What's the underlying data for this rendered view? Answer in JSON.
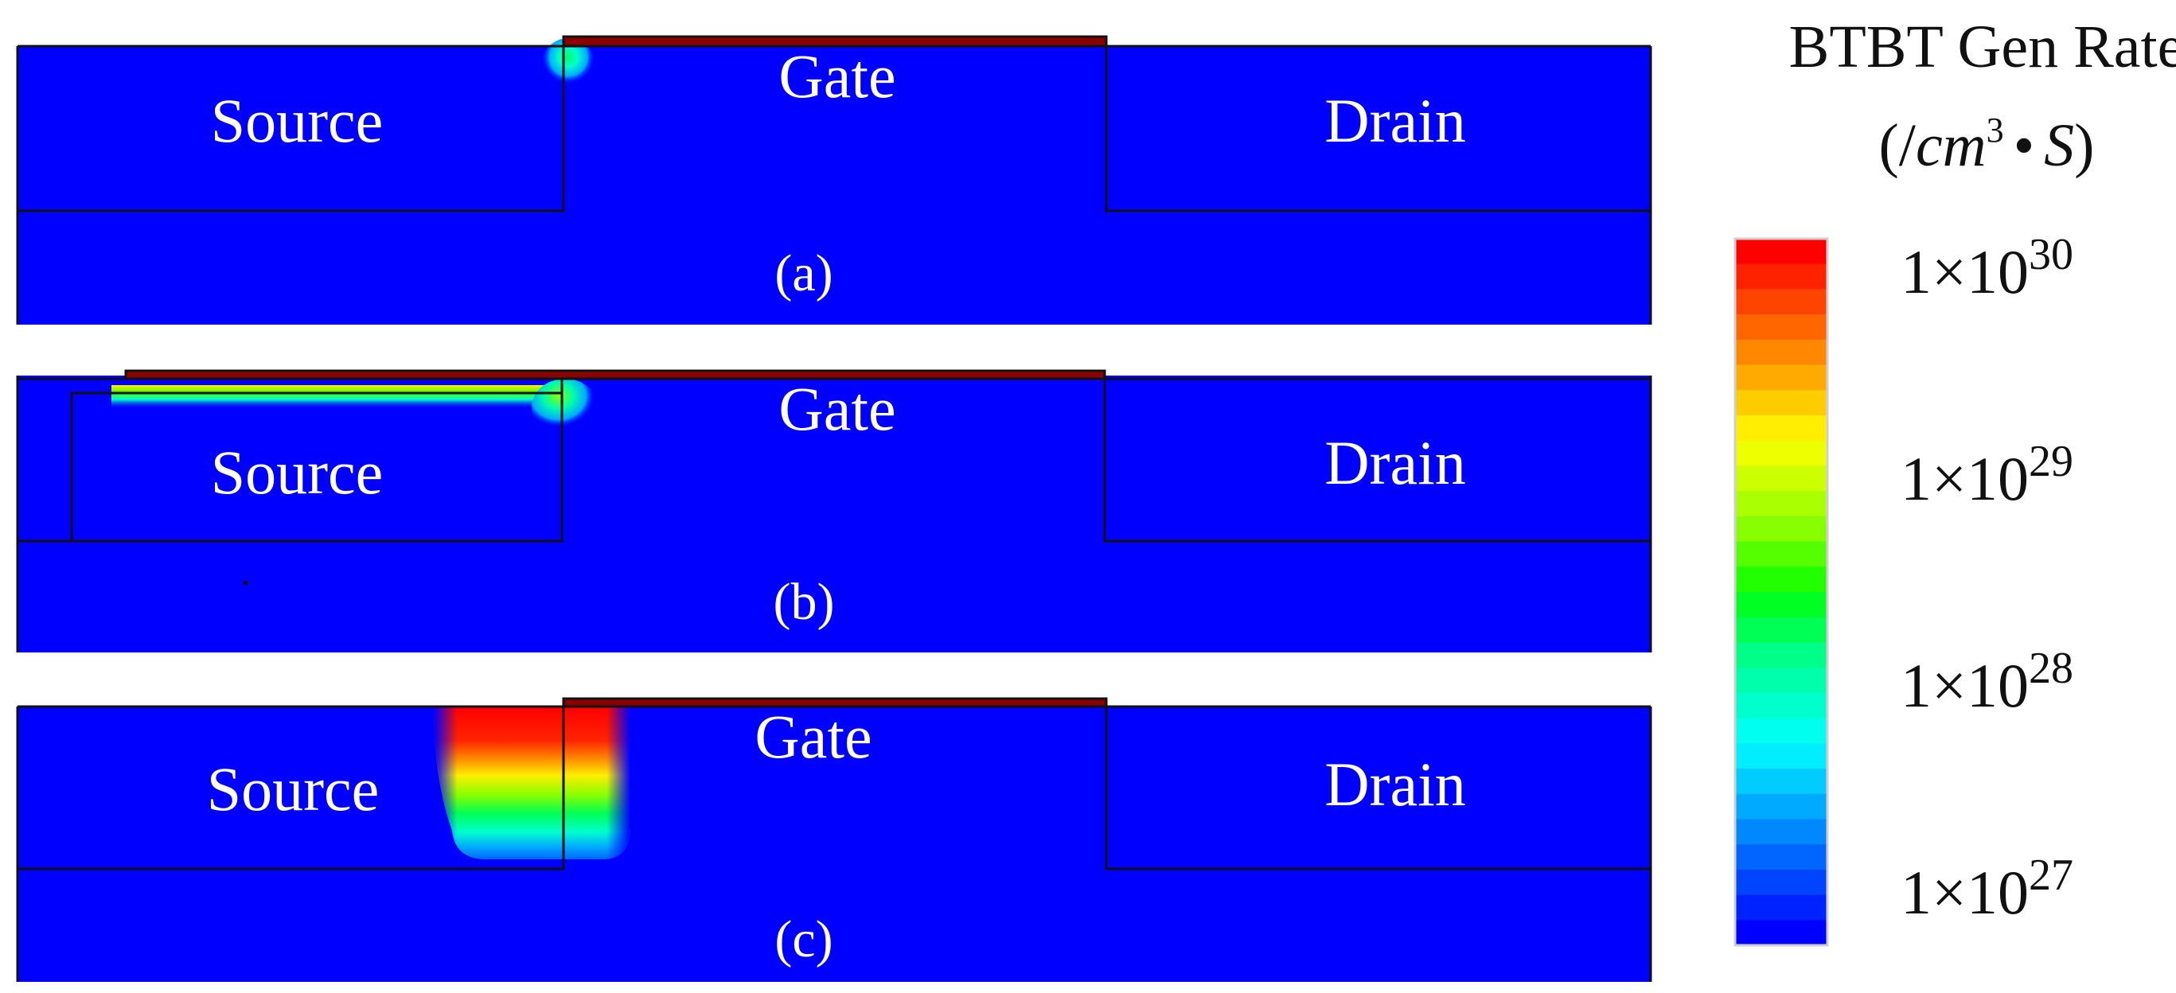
{
  "panels": [
    {
      "id": "a",
      "caption": "(a)",
      "source_label": "Source",
      "gate_label": "Gate",
      "drain_label": "Drain"
    },
    {
      "id": "b",
      "caption": "(b)",
      "source_label": "Source",
      "gate_label": "Gate",
      "drain_label": "Drain"
    },
    {
      "id": "c",
      "caption": "(c)",
      "source_label": "Source",
      "gate_label": "Gate",
      "drain_label": "Drain"
    }
  ],
  "colorbar": {
    "title_line1": "BTBT Gen Rate",
    "unit_open": "(/",
    "unit_cm": "cm",
    "unit_exp": "3",
    "unit_bullet": "•",
    "unit_s": "S",
    "unit_close": ")",
    "tick_base": "1×10",
    "ticks": [
      {
        "exp": "30"
      },
      {
        "exp": "29"
      },
      {
        "exp": "28"
      },
      {
        "exp": "27"
      }
    ],
    "colors": [
      "#ff0000",
      "#ff2200",
      "#ff4400",
      "#ff6600",
      "#ff8800",
      "#ffaa00",
      "#ffcc00",
      "#ffee00",
      "#eeff00",
      "#ccff00",
      "#aaff00",
      "#88ff00",
      "#55ff00",
      "#22ff00",
      "#00ff22",
      "#00ff55",
      "#00ff88",
      "#00ffaa",
      "#00ffcc",
      "#00ffee",
      "#00eeff",
      "#00ccff",
      "#00aaff",
      "#0088ff",
      "#0066ff",
      "#0044ff",
      "#0022ff",
      "#0000ff"
    ]
  },
  "colors": {
    "substrate": "#0000ff",
    "outline": "#111111",
    "gate_metal": "#8b0000"
  }
}
